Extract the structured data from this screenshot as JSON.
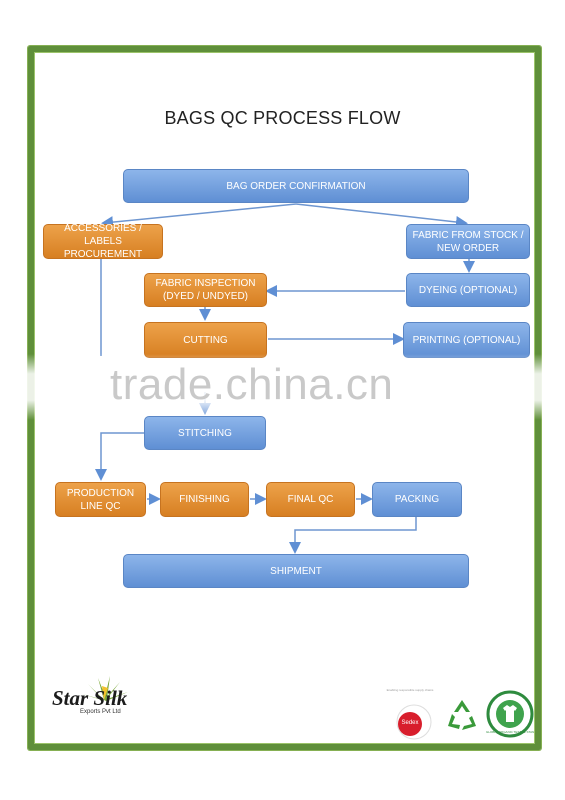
{
  "title": "BAGS QC PROCESS FLOW",
  "steps": {
    "order_confirmation": "BAG ORDER CONFIRMATION",
    "accessories": "ACCESSORIES / LABELS PROCUREMENT",
    "fabric_stock": "FABRIC FROM STOCK / NEW ORDER",
    "fabric_inspection": "FABRIC INSPECTION (DYED / UNDYED)",
    "dyeing": "DYEING (OPTIONAL)",
    "cutting": "CUTTING",
    "printing": "PRINTING (OPTIONAL)",
    "stitching": "STITCHING",
    "production_qc": "PRODUCTION LINE QC",
    "finishing": "FINISHING",
    "final_qc": "FINAL QC",
    "packing": "PACKING",
    "shipment": "SHIPMENT"
  },
  "watermark": "trade.china.cn",
  "logo": {
    "name": "Star Silk",
    "subtitle": "Exports Pvt Ltd"
  },
  "certifications": {
    "sedex_tagline": "Enabling responsible supply chains",
    "sedex": "Sedex",
    "gots": "GLOBAL ORGANIC TEXTILE STANDARD · GOTS"
  },
  "colors": {
    "blue_box": "#6f9ddf",
    "orange_box": "#de8a2c",
    "border_green": "#5f8f3a"
  }
}
